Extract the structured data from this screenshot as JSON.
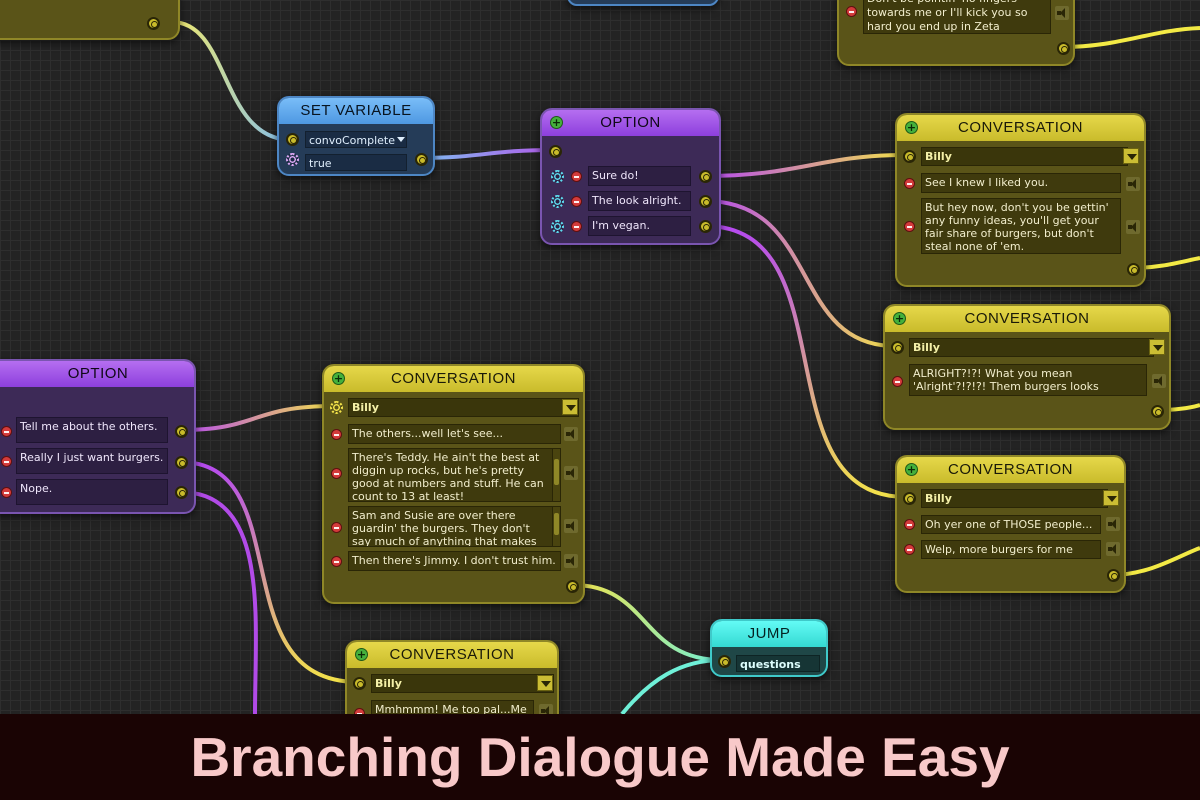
{
  "banner": {
    "title": "Branching Dialogue Made Easy"
  },
  "colors": {
    "conversation": "#d9cb38",
    "option": "#9f55e6",
    "set_variable": "#5ea8ee",
    "jump": "#44e9e2",
    "banner_bg": "#1a0404",
    "banner_text": "#f8c9c9"
  },
  "nodes": {
    "top_right_conv": {
      "lines": [
        "Don't be pointin' no fingers towards me or I'll kick you so hard you end up in Zeta Reticuli!"
      ]
    },
    "set_variable": {
      "title": "SET VARIABLE",
      "variable": "convoComplete",
      "value": "true"
    },
    "option_top": {
      "title": "OPTION",
      "choices": [
        "Sure do!",
        "The look alright.",
        "I'm vegan."
      ]
    },
    "conv_sure": {
      "title": "CONVERSATION",
      "speaker": "Billy",
      "lines": [
        "See I knew I liked you.",
        "But hey now, don't you be gettin' any funny ideas, you'll get your fair share of burgers, but don't steal none of 'em."
      ]
    },
    "conv_alright": {
      "title": "CONVERSATION",
      "speaker": "Billy",
      "lines": [
        "ALRIGHT?!?! What you mean 'Alright'?!?!?! Them burgers looks great!!!"
      ]
    },
    "conv_vegan": {
      "title": "CONVERSATION",
      "speaker": "Billy",
      "lines": [
        "Oh yer one of THOSE people...",
        "Welp, more burgers for me then."
      ]
    },
    "option_left": {
      "title": "OPTION",
      "choices": [
        "Tell me about the others.",
        "Really I just want burgers.",
        "Nope."
      ]
    },
    "conv_others": {
      "title": "CONVERSATION",
      "speaker": "Billy",
      "lines": [
        "The others...well let's see...",
        "There's Teddy. He ain't the best at diggin up rocks, but he's pretty good at numbers and stuff. He can count to 13 at least!",
        "Sam and Susie are over there guardin' the burgers. They don't say much of anything that makes sense.",
        "Then there's Jimmy. I don't trust him."
      ]
    },
    "conv_burgers": {
      "title": "CONVERSATION",
      "speaker": "Billy",
      "lines": [
        "Mmhmmm! Me too pal...Me"
      ]
    },
    "jump": {
      "title": "JUMP",
      "target": "questions"
    }
  }
}
